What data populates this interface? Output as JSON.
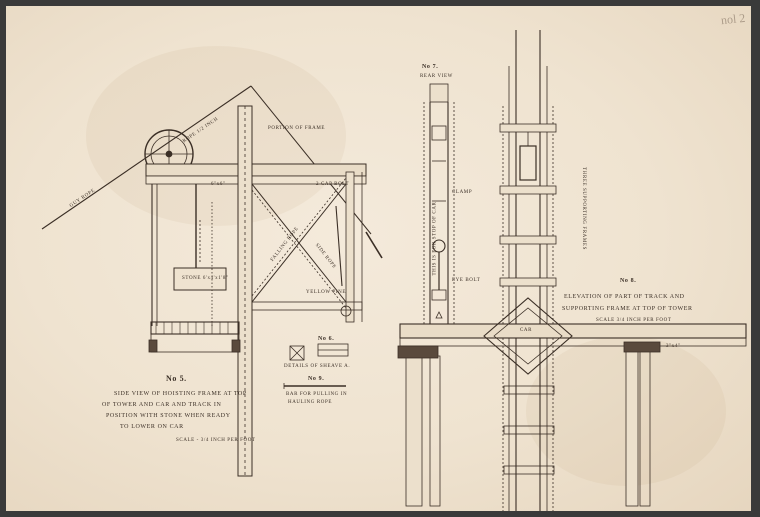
{
  "pencil_note": "nol 2",
  "fig5": {
    "number": "No 5.",
    "caption": [
      "SIDE VIEW OF HOISTING FRAME AT TOP",
      "OF TOWER AND CAR AND TRACK IN",
      "POSITION WITH STONE WHEN READY",
      "TO LOWER ON CAR"
    ],
    "scale": "SCALE - 3/4 INCH PER FOOT",
    "stone_label": "STONE 6'x4'x1'8\"",
    "rope_label": "ROPE 1/2 INCH",
    "guy_label": "GUY ROPE",
    "fall_label": "FALLING ROPE",
    "side_label": "SIDE ROPE",
    "bolt_label": "2 CAP BOLT",
    "yellow_pine": "YELLOW PINE",
    "frame_label": "6\"x6\"",
    "top_label": "PORTION OF FRAME"
  },
  "fig6": {
    "number": "No 6.",
    "caption": "DETAILS OF SHEAVE A."
  },
  "fig7": {
    "number": "No 7.",
    "caption": "REAR VIEW",
    "clamp": "CLAMP",
    "eye_bolt": "EYE BOLT",
    "note": "THIS IS FOR STOP OF CAR"
  },
  "fig8": {
    "number": "No 8.",
    "caption": [
      "ELEVATION OF PART OF TRACK AND",
      "SUPPORTING FRAME AT TOP OF TOWER"
    ],
    "scale": "SCALE 3/4 INCH PER FOOT",
    "frame_note": "THREE SUPPORTING FRAMES",
    "car_label": "CAR",
    "dim": "3\"x4\""
  },
  "fig9": {
    "number": "No 9.",
    "caption": [
      "BAR FOR PULLING IN",
      "HAULING ROPE"
    ]
  }
}
